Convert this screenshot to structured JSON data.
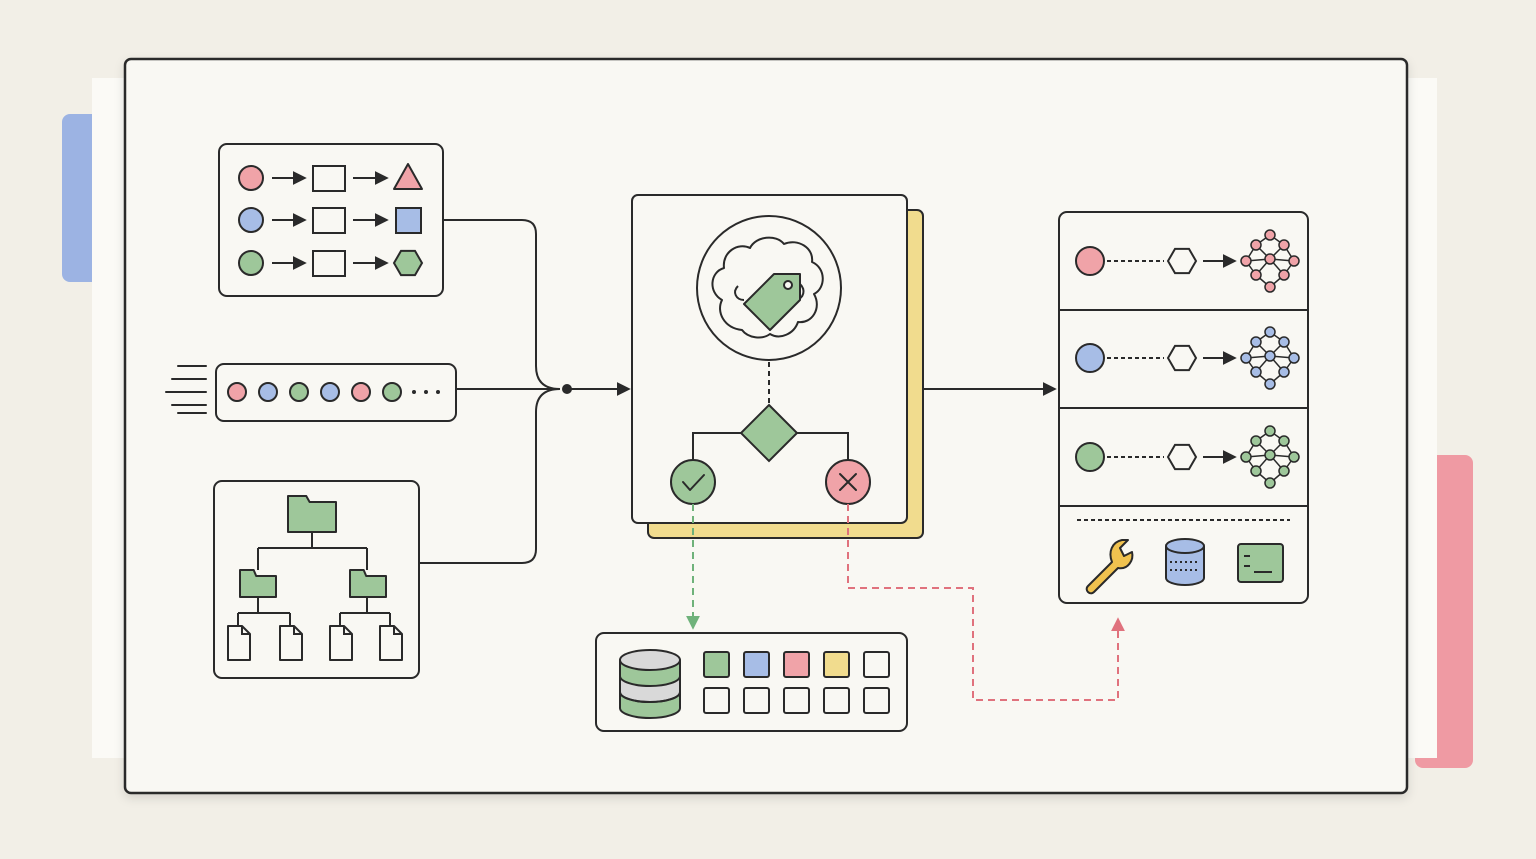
{
  "colors": {
    "background": "#f2efe7",
    "card": "#f9f8f3",
    "stroke": "#2a2a2a",
    "red": "#f0a3a8",
    "blue": "#a7bde6",
    "green": "#9ec79a",
    "yellow": "#f1dc8e",
    "pink_tab": "#ef9aa3",
    "blue_tab": "#9cb3e3",
    "accept_line": "#6fb27a",
    "reject_line": "#e0727d"
  },
  "input_pipelines": [
    {
      "start": "red",
      "middle": "box",
      "end": "triangle",
      "end_color": "red"
    },
    {
      "start": "blue",
      "middle": "box",
      "end": "square",
      "end_color": "blue"
    },
    {
      "start": "green",
      "middle": "box",
      "end": "hexagon",
      "end_color": "green"
    }
  ],
  "input_stream": {
    "dots": [
      "red",
      "blue",
      "green",
      "blue",
      "red",
      "green"
    ],
    "ellipsis_icon": "ellipsis-icon",
    "motion_icon": "speed-lines-icon"
  },
  "input_tree": {
    "root_icon": "folder-icon",
    "branch_icons": [
      "folder-icon",
      "folder-icon"
    ],
    "leaf_icons": [
      "file-icon",
      "file-icon",
      "file-icon",
      "file-icon"
    ]
  },
  "center": {
    "main_icon": "brain-tag-icon",
    "decision_icon": "diamond-decision-icon",
    "accept_icon": "check-icon",
    "reject_icon": "cross-icon"
  },
  "storage": {
    "icon": "database-icon",
    "filled_cells": [
      "green",
      "blue",
      "red",
      "yellow"
    ],
    "empty_cells_row1": 1,
    "empty_cells_row2": 5
  },
  "output_rows": [
    {
      "color": "red",
      "node": "hexagon-icon",
      "graph": "network-graph-icon"
    },
    {
      "color": "blue",
      "node": "hexagon-icon",
      "graph": "network-graph-icon"
    },
    {
      "color": "green",
      "node": "hexagon-icon",
      "graph": "network-graph-icon"
    }
  ],
  "tools": [
    "wrench-icon",
    "database-icon",
    "terminal-icon"
  ]
}
